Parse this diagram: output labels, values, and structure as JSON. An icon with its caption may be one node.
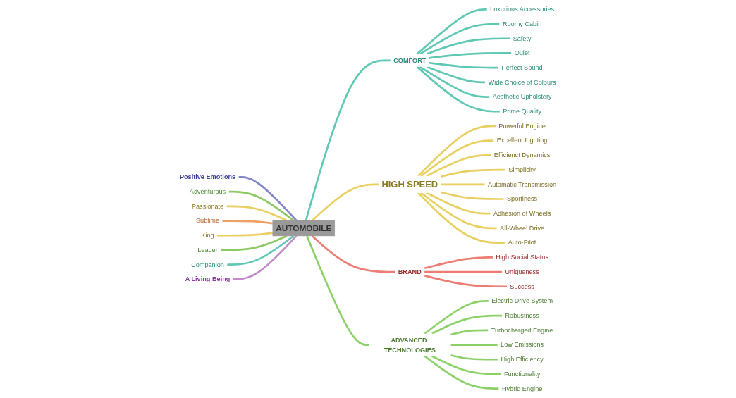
{
  "diagram": {
    "nodes": [
      {
        "text": [
          "AUTOMOBILE"
        ]
      },
      {
        "text": [
          "COMFORT"
        ]
      },
      {
        "text": [
          "Luxurious Accessories"
        ]
      },
      {
        "text": [
          "Roomy Cabin"
        ]
      },
      {
        "text": [
          "Safety"
        ]
      },
      {
        "text": [
          "Quiet"
        ]
      },
      {
        "text": [
          "Perfect Sound"
        ]
      },
      {
        "text": [
          "Wide Choice of Colours"
        ]
      },
      {
        "text": [
          "Aesthetic Upholstery"
        ]
      },
      {
        "text": [
          "Prime Quality"
        ]
      },
      {
        "text": [
          "Positive Emotions"
        ]
      },
      {
        "text": [
          "Adventurous"
        ]
      },
      {
        "text": [
          "Passionate"
        ]
      },
      {
        "text": [
          "Sublime"
        ]
      },
      {
        "text": [
          "HIGH SPEED"
        ]
      },
      {
        "text": [
          "Powerful Engine"
        ]
      },
      {
        "text": [
          "Excellent Lighting"
        ]
      },
      {
        "text": [
          "Efficienct Dynamics"
        ]
      },
      {
        "text": [
          "Simplicity"
        ]
      },
      {
        "text": [
          "Automatic Transmission"
        ]
      },
      {
        "text": [
          "Sportiness"
        ]
      },
      {
        "text": [
          "Adhesion of Wheels"
        ]
      },
      {
        "text": [
          "All-Wheel Drive"
        ]
      },
      {
        "text": [
          "Auto-Pilot"
        ]
      },
      {
        "text": [
          "BRAND"
        ]
      },
      {
        "text": [
          "High Social Status"
        ]
      },
      {
        "text": [
          "Uniqueness"
        ]
      },
      {
        "text": [
          "Success"
        ]
      },
      {
        "text": [
          "King"
        ]
      },
      {
        "text": [
          "Leader"
        ]
      },
      {
        "text": [
          "Companion"
        ]
      },
      {
        "text": [
          "A Living Being"
        ]
      },
      {
        "text": [
          "ADVANCED TECHNOLOGIES"
        ]
      },
      {
        "text": [
          "Electric Drive System"
        ]
      },
      {
        "text": [
          "Robustness"
        ]
      },
      {
        "text": [
          "Turbocharged Engine"
        ]
      },
      {
        "text": [
          "Low Emissions"
        ]
      },
      {
        "text": [
          "High Efficiency"
        ]
      },
      {
        "text": [
          "Functionality"
        ]
      },
      {
        "text": [
          "Hybrid Engine"
        ]
      }
    ],
    "edges": [
      {
        "from": 0,
        "to": 1,
        "arrow": "none",
        "color": "#5ec8b4"
      },
      {
        "from": 1,
        "to": 2,
        "arrow": "none",
        "color": "#5ec8b4"
      },
      {
        "from": 1,
        "to": 3,
        "arrow": "none",
        "color": "#5ec8b4"
      },
      {
        "from": 1,
        "to": 4,
        "arrow": "none",
        "color": "#5ec8b4"
      },
      {
        "from": 1,
        "to": 5,
        "arrow": "none",
        "color": "#5ec8b4"
      },
      {
        "from": 1,
        "to": 6,
        "arrow": "none",
        "color": "#5ec8b4"
      },
      {
        "from": 1,
        "to": 7,
        "arrow": "none",
        "color": "#5ec8b4"
      },
      {
        "from": 1,
        "to": 8,
        "arrow": "none",
        "color": "#5ec8b4"
      },
      {
        "from": 1,
        "to": 9,
        "arrow": "none",
        "color": "#5ec8b4"
      },
      {
        "from": 0,
        "to": 10,
        "arrow": "none",
        "color": "#8484c8"
      },
      {
        "from": 0,
        "to": 11,
        "arrow": "none",
        "color": "#8cc864"
      },
      {
        "from": 0,
        "to": 12,
        "arrow": "none",
        "color": "#e8d060"
      },
      {
        "from": 0,
        "to": 13,
        "arrow": "none",
        "color": "#f0a064"
      },
      {
        "from": 0,
        "to": 14,
        "arrow": "none",
        "color": "#e8d060"
      },
      {
        "from": 14,
        "to": 15,
        "arrow": "none",
        "color": "#e8d060"
      },
      {
        "from": 14,
        "to": 16,
        "arrow": "none",
        "color": "#e8d060"
      },
      {
        "from": 14,
        "to": 17,
        "arrow": "none",
        "color": "#e8d060"
      },
      {
        "from": 14,
        "to": 18,
        "arrow": "none",
        "color": "#e8d060"
      },
      {
        "from": 14,
        "to": 19,
        "arrow": "none",
        "color": "#e8d060"
      },
      {
        "from": 14,
        "to": 20,
        "arrow": "none",
        "color": "#e8d060"
      },
      {
        "from": 14,
        "to": 21,
        "arrow": "none",
        "color": "#e8d060"
      },
      {
        "from": 14,
        "to": 22,
        "arrow": "none",
        "color": "#e8d060"
      },
      {
        "from": 14,
        "to": 23,
        "arrow": "none",
        "color": "#e8d060"
      },
      {
        "from": 0,
        "to": 24,
        "arrow": "none",
        "color": "#ec7c74"
      },
      {
        "from": 24,
        "to": 25,
        "arrow": "none",
        "color": "#ec7c74"
      },
      {
        "from": 24,
        "to": 26,
        "arrow": "none",
        "color": "#ec7c74"
      },
      {
        "from": 24,
        "to": 27,
        "arrow": "none",
        "color": "#ec7c74"
      },
      {
        "from": 0,
        "to": 28,
        "arrow": "none",
        "color": "#e8d060"
      },
      {
        "from": 0,
        "to": 29,
        "arrow": "none",
        "color": "#8cc864"
      },
      {
        "from": 0,
        "to": 30,
        "arrow": "none",
        "color": "#5ec8b4"
      },
      {
        "from": 0,
        "to": 31,
        "arrow": "none",
        "color": "#c08cc8"
      },
      {
        "from": 0,
        "to": 32,
        "arrow": "none",
        "color": "#8cd068"
      },
      {
        "from": 32,
        "to": 33,
        "arrow": "none",
        "color": "#8cd068"
      },
      {
        "from": 32,
        "to": 34,
        "arrow": "none",
        "color": "#8cd068"
      },
      {
        "from": 32,
        "to": 35,
        "arrow": "none",
        "color": "#8cd068"
      },
      {
        "from": 32,
        "to": 36,
        "arrow": "none",
        "color": "#8cd068"
      },
      {
        "from": 32,
        "to": 37,
        "arrow": "none",
        "color": "#8cd068"
      },
      {
        "from": 32,
        "to": 38,
        "arrow": "none",
        "color": "#8cd068"
      },
      {
        "from": 32,
        "to": 39,
        "arrow": "none",
        "color": "#8cd068"
      }
    ]
  }
}
